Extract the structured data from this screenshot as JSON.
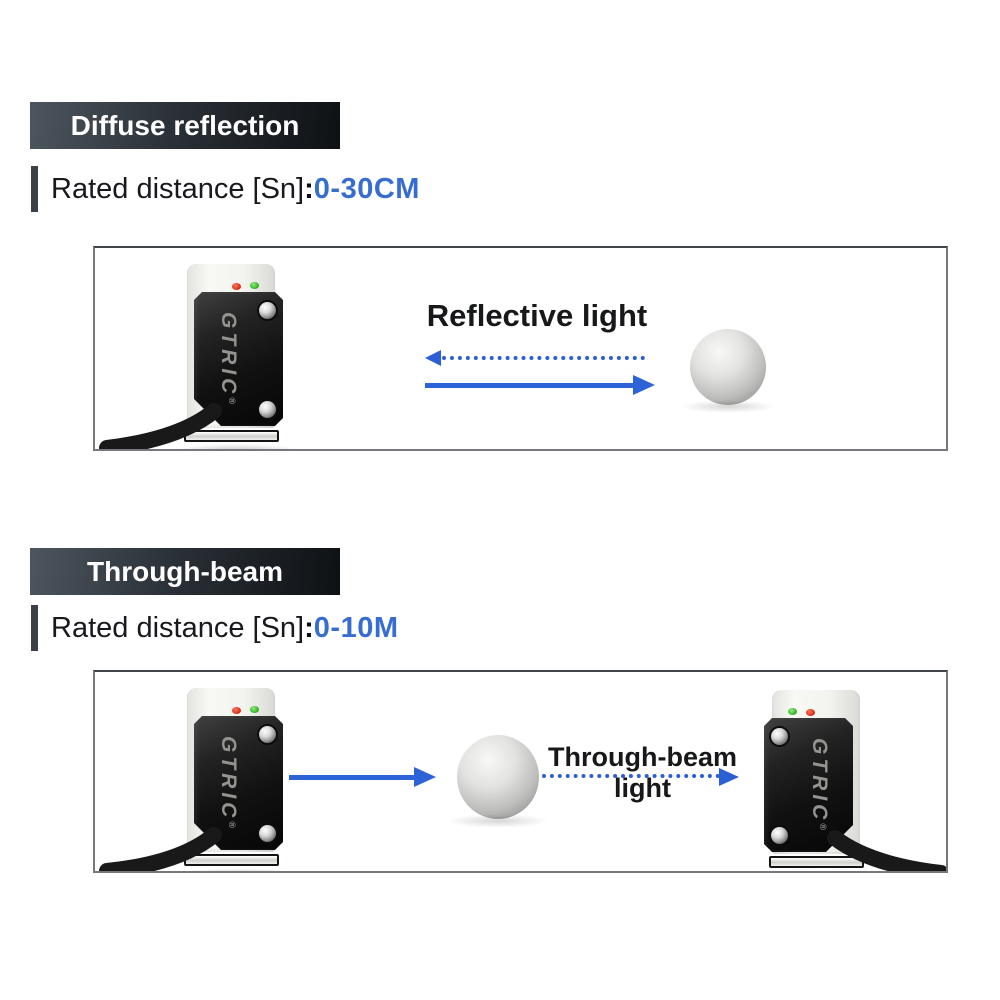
{
  "brand": {
    "name": "GTRIC",
    "reg": "®"
  },
  "colors": {
    "arrow_blue": "#2e63d8",
    "value_blue": "#376dd0",
    "banner_gradient_left": "#4d555e",
    "banner_gradient_right": "#0e1114",
    "led_red": "#d92413",
    "led_green": "#2cab1c",
    "sensor_black": "#111111",
    "ball_gray": "#bdbdbb",
    "panel_border_gray": "#75797d"
  },
  "sections": [
    {
      "banner": "Diffuse reflection",
      "rated_label": "Rated distance [Sn]",
      "colon": ":",
      "rated_value": "0-30CM",
      "beam_label": "Reflective light"
    },
    {
      "banner": "Through-beam",
      "rated_label": "Rated distance [Sn]",
      "colon": ":",
      "rated_value": "0-10M",
      "beam_label": "Through-beam light"
    }
  ]
}
